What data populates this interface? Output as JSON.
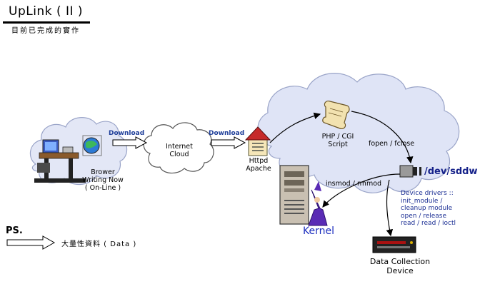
{
  "header": {
    "title": "UpLink ( II )",
    "subtitle": "目前已完成的實作"
  },
  "labels": {
    "client": "Brower\nWriting Now\n( On-Line )",
    "download_1": "Download",
    "download_2": "Download",
    "internet": "Internet\nCloud",
    "httpd": "Httpd\nApache",
    "script": "PHP / CGI\nScript",
    "fopen": "fopen / fclose",
    "insmod": "insmod / rmmod",
    "dev_path": "/dev/sddw",
    "device_drivers": "Device drivers ::\ninit_module /\ncleanup module\nopen / release\nread / read / ioctl",
    "kernel": "Kernel",
    "data_collection": "Data Collection\nDevice"
  },
  "legend": {
    "ps": "PS.",
    "data_arrow_text": "大量性資料 ( Data )"
  },
  "colors": {
    "cloud_fill": "#dfe4f6",
    "cloud_stroke": "#9aa4c8",
    "blue_text": "#1f3f9a",
    "kernel_text": "#1d2fbf",
    "wizard": "#5a2bb5"
  }
}
